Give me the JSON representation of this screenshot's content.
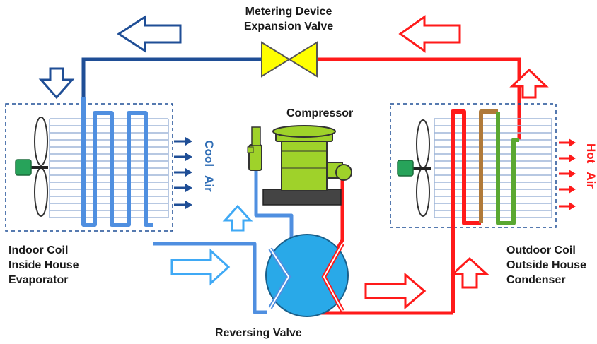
{
  "labels": {
    "metering_line1": "Metering Device",
    "metering_line2": "Expansion Valve",
    "compressor": "Compressor",
    "indoor_line1": "Indoor Coil",
    "indoor_line2": "Inside House",
    "indoor_line3": "Evaporator",
    "outdoor_line1": "Outdoor Coil",
    "outdoor_line2": "Outside House",
    "outdoor_line3": "Condenser",
    "reversing": "Reversing Valve",
    "cool_word1": "Cool",
    "cool_word2": "Air",
    "hot_word1": "Hot",
    "hot_word2": "Air"
  },
  "colors": {
    "cold_line": "#1f4e96",
    "cold_coil": "#4f8fe0",
    "light_blue": "#3fa9f5",
    "hot_line": "#ff1a1a",
    "valve_yellow": "#ffff00",
    "compressor_green": "#9fd22a",
    "reversing_valve": "#29a9e8",
    "cool_air_text": "#2f6db5",
    "hot_air_text": "#ff1a1a"
  },
  "icons": [
    "hollow-arrow-icon",
    "fan-icon",
    "fan-motor-icon",
    "expansion-valve-icon",
    "compressor-icon",
    "reversing-valve-icon"
  ]
}
